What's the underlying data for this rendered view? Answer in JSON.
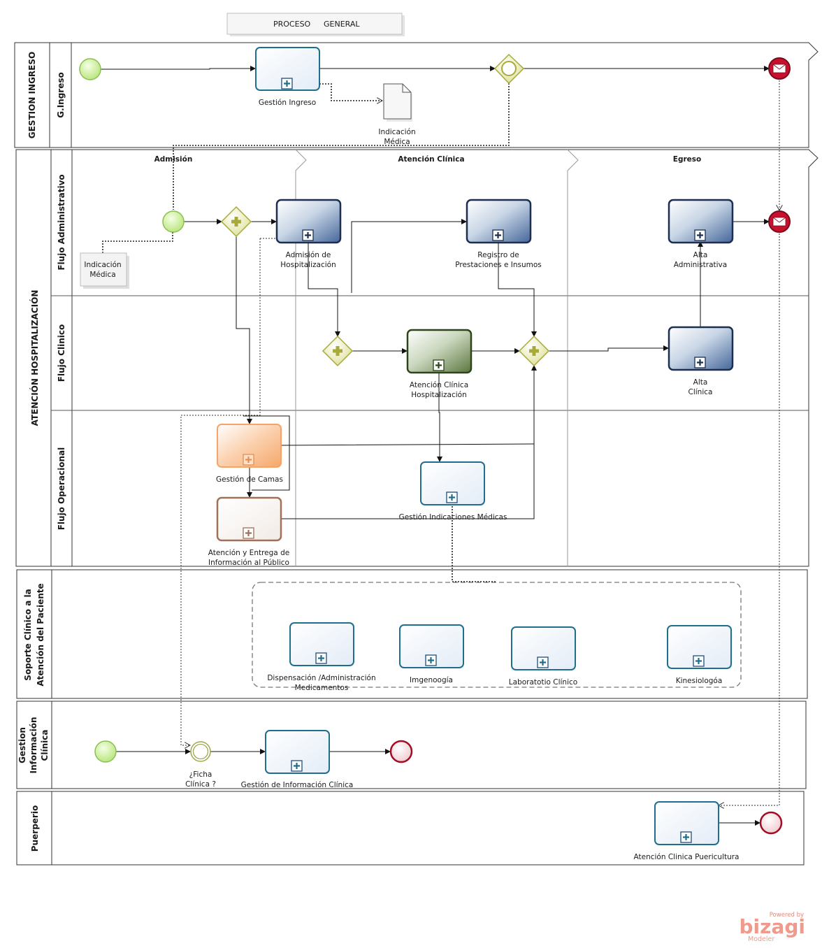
{
  "title": {
    "left": "PROCESO",
    "right": "GENERAL"
  },
  "pools": {
    "gestion_ingreso": {
      "name": "GESTION INGRESO",
      "lane": "G.Ingreso"
    },
    "atencion": {
      "name": "ATENCIÓN HOSPITALIZACIÓN",
      "lanes": [
        "Flujo Administrativo",
        "Flujo Clinico",
        "Flujo Operacional"
      ]
    },
    "soporte": {
      "name_line1": "Soporte Clínico a la",
      "name_line2": "Atención del Paciente"
    },
    "gestion_info": {
      "name_line1": "Gestion",
      "name_line2": "Información",
      "name_line3": "Clínica"
    },
    "puerperio": {
      "name": "Puerperio"
    }
  },
  "phases": [
    "Admisión",
    "Atención Clínica",
    "Egreso"
  ],
  "tasks": {
    "gestion_ingreso": "Gestión Ingreso",
    "admision_l1": "Admisión de",
    "admision_l2": "Hospitalización",
    "registro_l1": "Registro de",
    "registro_l2": "Prestaciones e Insumos",
    "alta_adm_l1": "Alta",
    "alta_adm_l2": "Administrativa",
    "atencion_clinica_l1": "Atención Clínica",
    "atencion_clinica_l2": "Hospitalización",
    "alta_clinica_l1": "Alta",
    "alta_clinica_l2": "Clínica",
    "gestion_camas": "Gestión de Camas",
    "gestion_indicaciones": "Gestión Indicaciones Médicas",
    "atencion_entrega_l1": "Atención y Entrega de",
    "atencion_entrega_l2": "Información al Público",
    "dispensacion_l1": "Dispensación /Administración",
    "dispensacion_l2": "Medicamentos",
    "imgenologia": "Imgenoogía",
    "laboratorio": "Laboratotio  Clínico",
    "kinesiologia": "Kinesiologóa",
    "gestion_info_clinica": "Gestión  de Información Clínica",
    "atencion_puericultura": "Atención  Clinica Puericultura"
  },
  "artifacts": {
    "doc_l1": "Indicación",
    "doc_l2": "Médica",
    "note_l1": "Indicación",
    "note_l2": "Médica"
  },
  "events": {
    "ficha_l1": "¿Ficha",
    "ficha_l2": "Clínica ?"
  },
  "logo": {
    "powered": "Powered by",
    "brand": "bizagi",
    "product": "Modeler"
  },
  "colors": {
    "start": "#c6ef8a",
    "end": "#c8102e",
    "gateway": "#d7d98a",
    "blue_task": "#1f4e79",
    "green_task": "#3e5a24",
    "orange_task": "#f7b985",
    "brown_task": "#a4765a",
    "light_task": "#1f6f8b"
  }
}
